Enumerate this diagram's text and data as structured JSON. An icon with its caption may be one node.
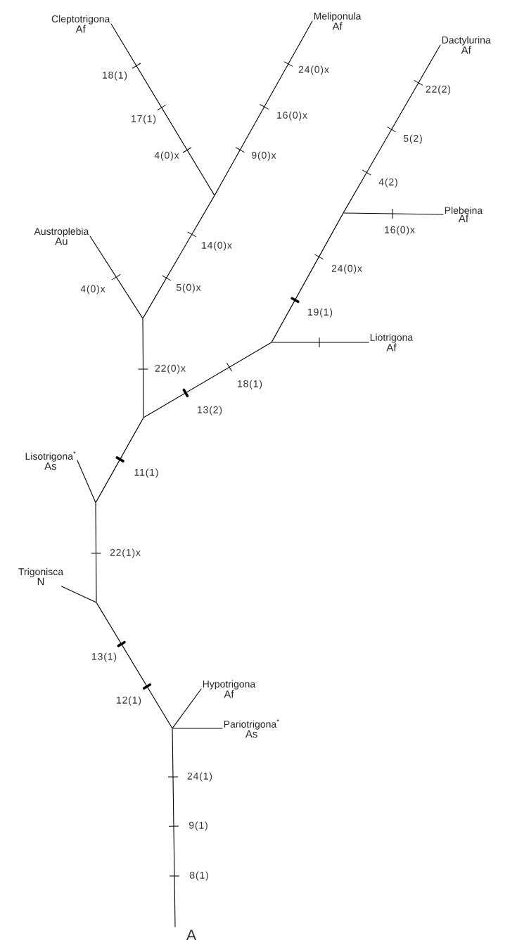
{
  "diagram": {
    "nodes": [
      {
        "text": [
          "Cleptotrigona",
          "Af"
        ]
      },
      {
        "text": [
          "Meliponula",
          "Af"
        ]
      },
      {
        "text": [
          "Dactylurina",
          "Af"
        ]
      },
      {
        "text": [
          "Austroplebia",
          "Au"
        ]
      },
      {
        "text": [
          "Plebeina",
          "Af"
        ]
      },
      {
        "text": [
          "Liotrigona",
          "Af"
        ]
      },
      {
        "text": [
          "Lisotrigona$^{*}$",
          "As"
        ]
      },
      {
        "text": [
          "Trigonisca",
          "N"
        ]
      },
      {
        "text": [
          "Hypotrigona",
          "Af"
        ]
      },
      {
        "text": [
          "Pariotrigona$^{*}$",
          "As"
        ]
      },
      {
        "text": [],
        "shape": "point"
      },
      {
        "text": [],
        "shape": "point"
      },
      {
        "text": [],
        "shape": "point"
      },
      {
        "text": [],
        "shape": "point"
      },
      {
        "text": [],
        "shape": "point"
      },
      {
        "text": [],
        "shape": "point"
      },
      {
        "text": [],
        "shape": "point"
      },
      {
        "text": [],
        "shape": "point"
      }
    ],
    "edges": [
      {
        "from": null,
        "to": 17,
        "arrow": "none"
      },
      {
        "from": 17,
        "to": 8,
        "arrow": "none"
      },
      {
        "from": 17,
        "to": 9,
        "arrow": "none"
      },
      {
        "from": 17,
        "to": 16,
        "arrow": "none"
      },
      {
        "from": 16,
        "to": 7,
        "arrow": "none"
      },
      {
        "from": 16,
        "to": 15,
        "arrow": "none"
      },
      {
        "from": 15,
        "to": 6,
        "arrow": "none"
      },
      {
        "from": 15,
        "to": 14,
        "arrow": "none"
      },
      {
        "from": 14,
        "to": 12,
        "arrow": "none"
      },
      {
        "from": 14,
        "to": 13,
        "arrow": "none"
      },
      {
        "from": 12,
        "to": 3,
        "arrow": "none"
      },
      {
        "from": 12,
        "to": 10,
        "arrow": "none"
      },
      {
        "from": 10,
        "to": 0,
        "arrow": "none"
      },
      {
        "from": 10,
        "to": 1,
        "arrow": "none"
      },
      {
        "from": 13,
        "to": 5,
        "arrow": "none"
      },
      {
        "from": 13,
        "to": 11,
        "arrow": "none"
      },
      {
        "from": 11,
        "to": 4,
        "arrow": "none"
      },
      {
        "from": 11,
        "to": 2,
        "arrow": "none"
      }
    ],
    "labels": [
      "18(1)",
      "24(0)x",
      "22(2)",
      "16(0)x",
      "17(1)",
      "5(2)",
      "4(0)x",
      "9(0)x",
      "4(2)",
      "16(0)x",
      "14(0)x",
      "24(0)x",
      "5(0)x",
      "4(0)x",
      "19(1)",
      "22(0)x",
      "18(1)",
      "13(2)",
      "11(1)",
      "22(1)x",
      "13(1)",
      "12(1)",
      "24(1)",
      "9(1)",
      "8(1)",
      "A"
    ]
  }
}
